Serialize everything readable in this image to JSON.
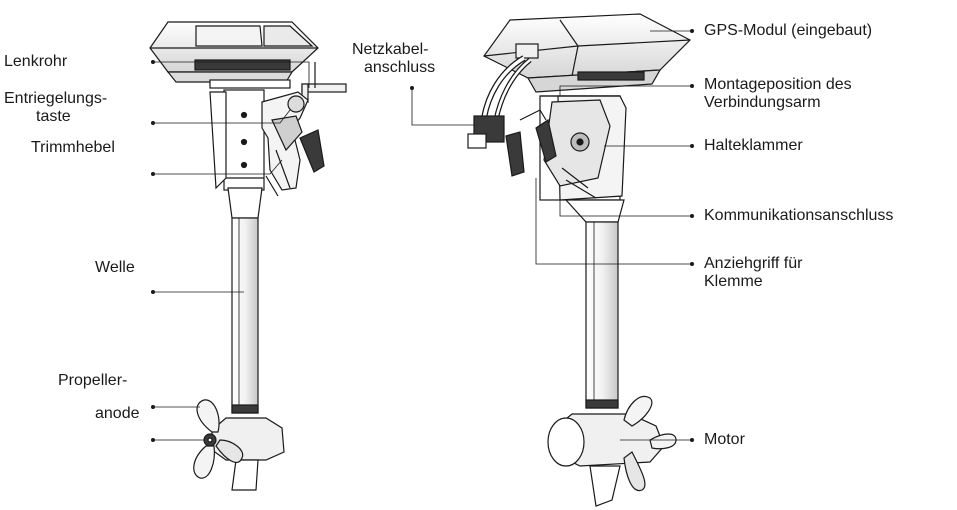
{
  "left_labels": {
    "lenkrohr": "Lenkrohr",
    "entriegelung_1": "Entriegelungs-",
    "entriegelung_2": "taste",
    "trimmhebel": "Trimmhebel",
    "welle": "Welle",
    "propeller_1": "Propeller-",
    "propeller_2": "anode"
  },
  "right_labels": {
    "netzkabel_1": "Netzkabel-",
    "netzkabel_2": "anschluss",
    "gps": "GPS-Modul (eingebaut)",
    "montage_1": "Montageposition des",
    "montage_2": "Verbindungsarm",
    "halteklammer": "Halteklammer",
    "kommunikation": "Kommunikationsanschluss",
    "anziehgriff_1": "Anziehgriff für",
    "anziehgriff_2": "Klemme",
    "motor": "Motor"
  },
  "colors": {
    "line": "#1a1a1a",
    "body_fill": "#ffffff",
    "shade_light": "#e8e8e8",
    "shade_mid": "#bdbdbd",
    "shade_dark": "#3a3a3a"
  }
}
